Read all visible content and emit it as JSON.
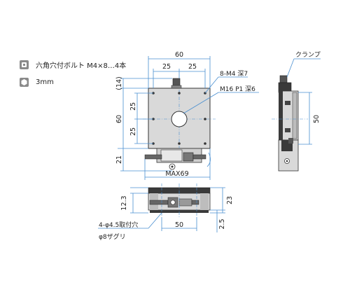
{
  "legend": {
    "items": [
      {
        "icon": "hex-socket-bolt-icon",
        "label": "六角穴付ボルト M4×8…4本"
      },
      {
        "icon": "hex-wrench-icon",
        "label": "3mm"
      }
    ]
  },
  "top_view": {
    "width_total": "60",
    "pitch_left": "25",
    "pitch_right": "25",
    "offset_top": "(14)",
    "pitch_upper": "25",
    "pitch_lower": "25",
    "height_total": "60",
    "bottom_offset": "21",
    "max_travel": "MAX69",
    "note_tap": "8-M4 深7",
    "note_center": "M16 P1 深6"
  },
  "side_view": {
    "label_clamp": "クランプ",
    "height": "50"
  },
  "front_view": {
    "height_upper": "12.3",
    "height_total": "23",
    "width": "50",
    "base_thickness": "2.5",
    "note_holes": "4-φ4.5取付穴",
    "note_counterbore": "φ8ザグリ"
  },
  "colors": {
    "dimension": "#4a8fd0",
    "body_dark": "#3a3a3a",
    "body_face": "#d9d9d9"
  }
}
